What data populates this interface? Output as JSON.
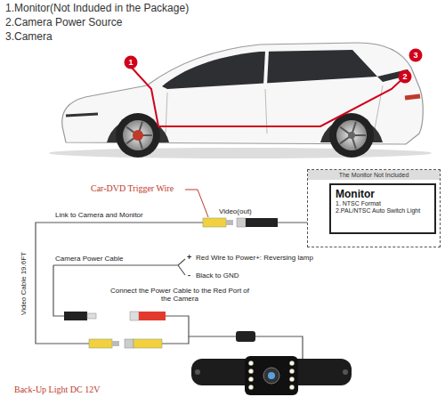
{
  "diagram": {
    "nodes": [
      {
        "text": [
          "The Monitor Not Included"
        ]
      },
      {
        "text": [
          "Monitor",
          "1. NTSC Format",
          "2.PAL/NTSC Auto Switch Light"
        ],
        "in": 0
      }
    ],
    "labels": [
      "1.Monitor(Not Induded in the Package)",
      "2.Camera Power Source",
      "3.Camera",
      "1",
      "2",
      "3",
      "Car-DVD Trigger Wire",
      "Video(out)",
      "Link to Camera and Monitor",
      "Camera Power Cable",
      "+",
      "Red Wire to Power+: Reversing lamp",
      "-",
      "Black to GND",
      "Video Cable 19.6FT",
      "Connect the Power Cable to the Red Port of the Camera",
      "Back-Up Light DC 12V"
    ]
  }
}
